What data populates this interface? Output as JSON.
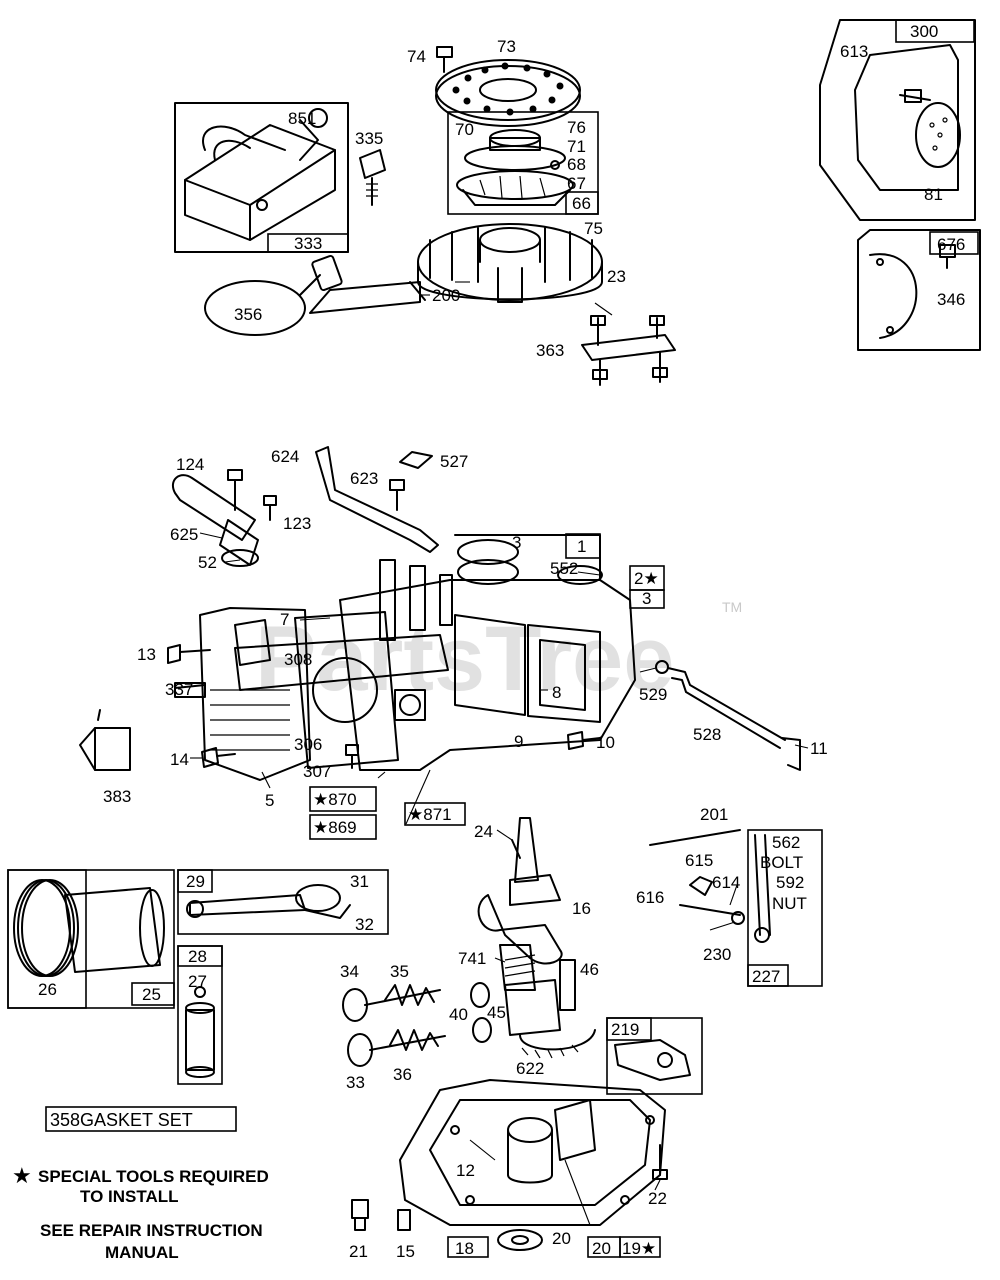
{
  "watermark": {
    "text": "PartsTree",
    "tm": "TM"
  },
  "labels": {
    "l73": "73",
    "l74": "74",
    "l851": "851",
    "l335": "335",
    "l70": "70",
    "l76": "76",
    "l71": "71",
    "l68": "68",
    "l67": "67",
    "l66": "66",
    "l333": "333",
    "l75": "75",
    "l23": "23",
    "l356": "356",
    "l363": "363",
    "l300": "300",
    "l613": "613",
    "l81": "81",
    "l676": "676",
    "l346": "346",
    "l200": "200",
    "l124": "124",
    "l624": "624",
    "l527": "527",
    "l623": "623",
    "l123": "123",
    "l625": "625",
    "l3a": "3",
    "l1": "1",
    "l52": "52",
    "l552": "552",
    "l2s": "2★",
    "l3b": "3",
    "l7": "7",
    "l308": "308",
    "l13": "13",
    "l8": "8",
    "l529": "529",
    "l337": "337",
    "l306": "306",
    "l9": "9",
    "l10": "10",
    "l528": "528",
    "l11": "11",
    "l14": "14",
    "l307": "307",
    "l383": "383",
    "l5": "5",
    "l870": "★870",
    "l869": "★869",
    "l871": "★871",
    "l24": "24",
    "l201": "201",
    "l562": "562",
    "l_bolt": "BOLT",
    "l615": "615",
    "l614": "614",
    "l592": "592",
    "l_nut": "NUT",
    "l616": "616",
    "l230": "230",
    "l227": "227",
    "l29": "29",
    "l31": "31",
    "l32": "32",
    "l16": "16",
    "l26": "26",
    "l25": "25",
    "l28": "28",
    "l27": "27",
    "l741": "741",
    "l34": "34",
    "l35": "35",
    "l46": "46",
    "l40": "40",
    "l45": "45",
    "l219": "219",
    "l622": "622",
    "l33": "33",
    "l36": "36",
    "l12": "12",
    "l22": "22",
    "l21": "21",
    "l15": "15",
    "l18": "18",
    "l20a": "20",
    "l20b": "20",
    "l19s": "19★"
  },
  "notes": {
    "gasket_set": "358GASKET SET",
    "special_tools_line1": "SPECIAL TOOLS REQUIRED",
    "special_tools_line2": "TO INSTALL",
    "repair_line1": "SEE REPAIR INSTRUCTION",
    "repair_line2": "MANUAL"
  }
}
